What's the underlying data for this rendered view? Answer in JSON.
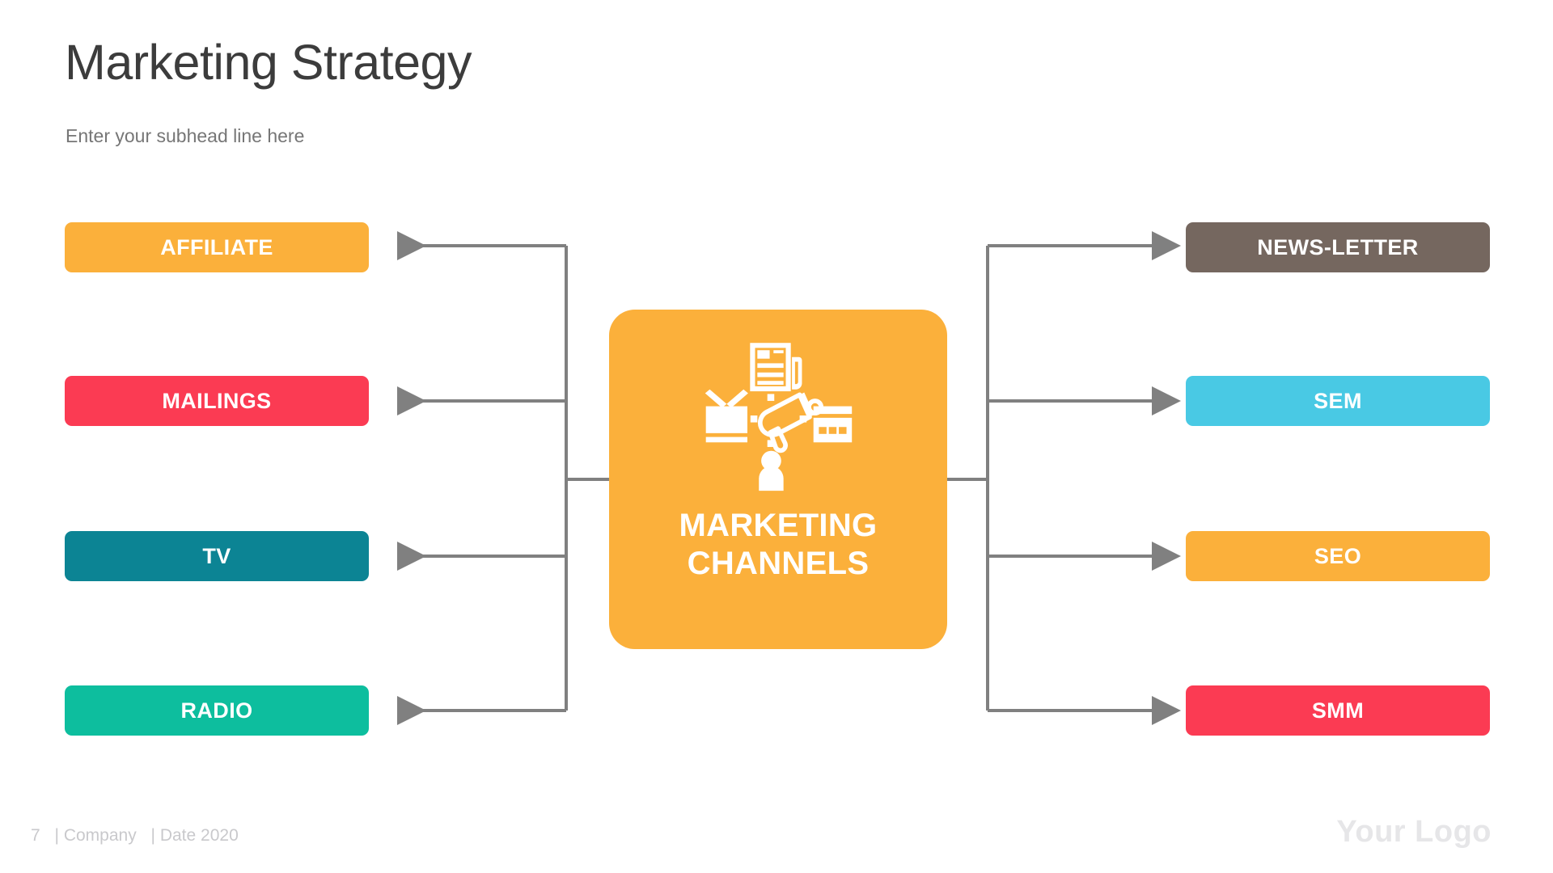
{
  "header": {
    "title": "Marketing Strategy",
    "subhead": "Enter your subhead line here"
  },
  "diagram": {
    "center": {
      "label_line1": "MARKETING",
      "label_line2": "CHANNELS",
      "color": "#FBB03B",
      "icon": "marketing-channels-icon",
      "icon_parts": [
        "newspaper-icon",
        "tv-icon",
        "megaphone-icon",
        "billboard-icon",
        "person-icon"
      ]
    },
    "left_branches": [
      {
        "label": "AFFILIATE",
        "color": "#FBB03B",
        "direction": "left"
      },
      {
        "label": "MAILINGS",
        "color": "#FB3B53",
        "direction": "left"
      },
      {
        "label": "TV",
        "color": "#0C8494",
        "direction": "left"
      },
      {
        "label": "RADIO",
        "color": "#0DBE9E",
        "direction": "left"
      }
    ],
    "right_branches": [
      {
        "label": "NEWS-LETTER",
        "color": "#75675F",
        "direction": "right"
      },
      {
        "label": "SEM",
        "color": "#49C9E4",
        "direction": "right"
      },
      {
        "label": "SEO",
        "color": "#FBB03B",
        "direction": "right"
      },
      {
        "label": "SMM",
        "color": "#FB3B53",
        "direction": "right"
      }
    ],
    "connector_color": "#808080"
  },
  "footer": {
    "page_number": "7",
    "company": "| Company",
    "date": "| Date 2020",
    "logo": "Your Logo"
  }
}
